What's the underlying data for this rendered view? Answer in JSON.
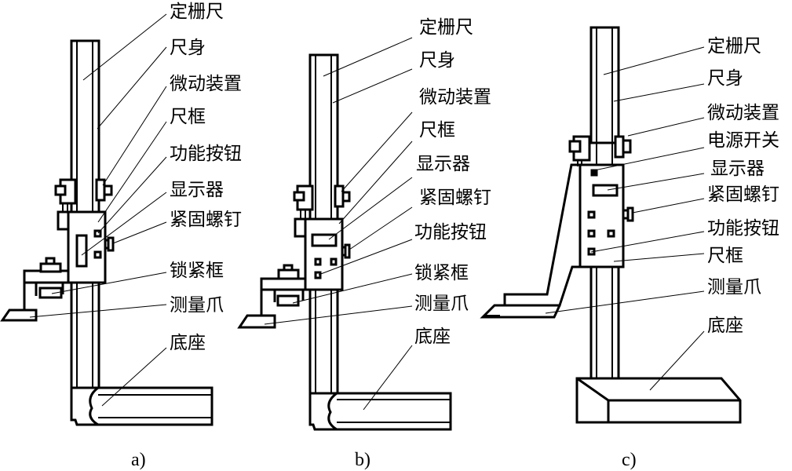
{
  "figure": {
    "panels": [
      {
        "id": "a",
        "caption": "a)",
        "labels": [
          "定栅尺",
          "尺身",
          "微动装置",
          "尺框",
          "功能按钮",
          "显示器",
          "紧固螺钉",
          "锁紧框",
          "测量爪",
          "底座"
        ]
      },
      {
        "id": "b",
        "caption": "b)",
        "labels": [
          "定栅尺",
          "尺身",
          "微动装置",
          "尺框",
          "显示器",
          "紧固螺钉",
          "功能按钮",
          "锁紧框",
          "测量爪",
          "底座"
        ]
      },
      {
        "id": "c",
        "caption": "c)",
        "labels": [
          "定栅尺",
          "尺身",
          "微动装置",
          "电源开关",
          "显示器",
          "紧固螺钉",
          "功能按钮",
          "尺框",
          "测量爪",
          "底座"
        ]
      }
    ],
    "colors": {
      "line": "#000000",
      "background": "#ffffff"
    }
  }
}
